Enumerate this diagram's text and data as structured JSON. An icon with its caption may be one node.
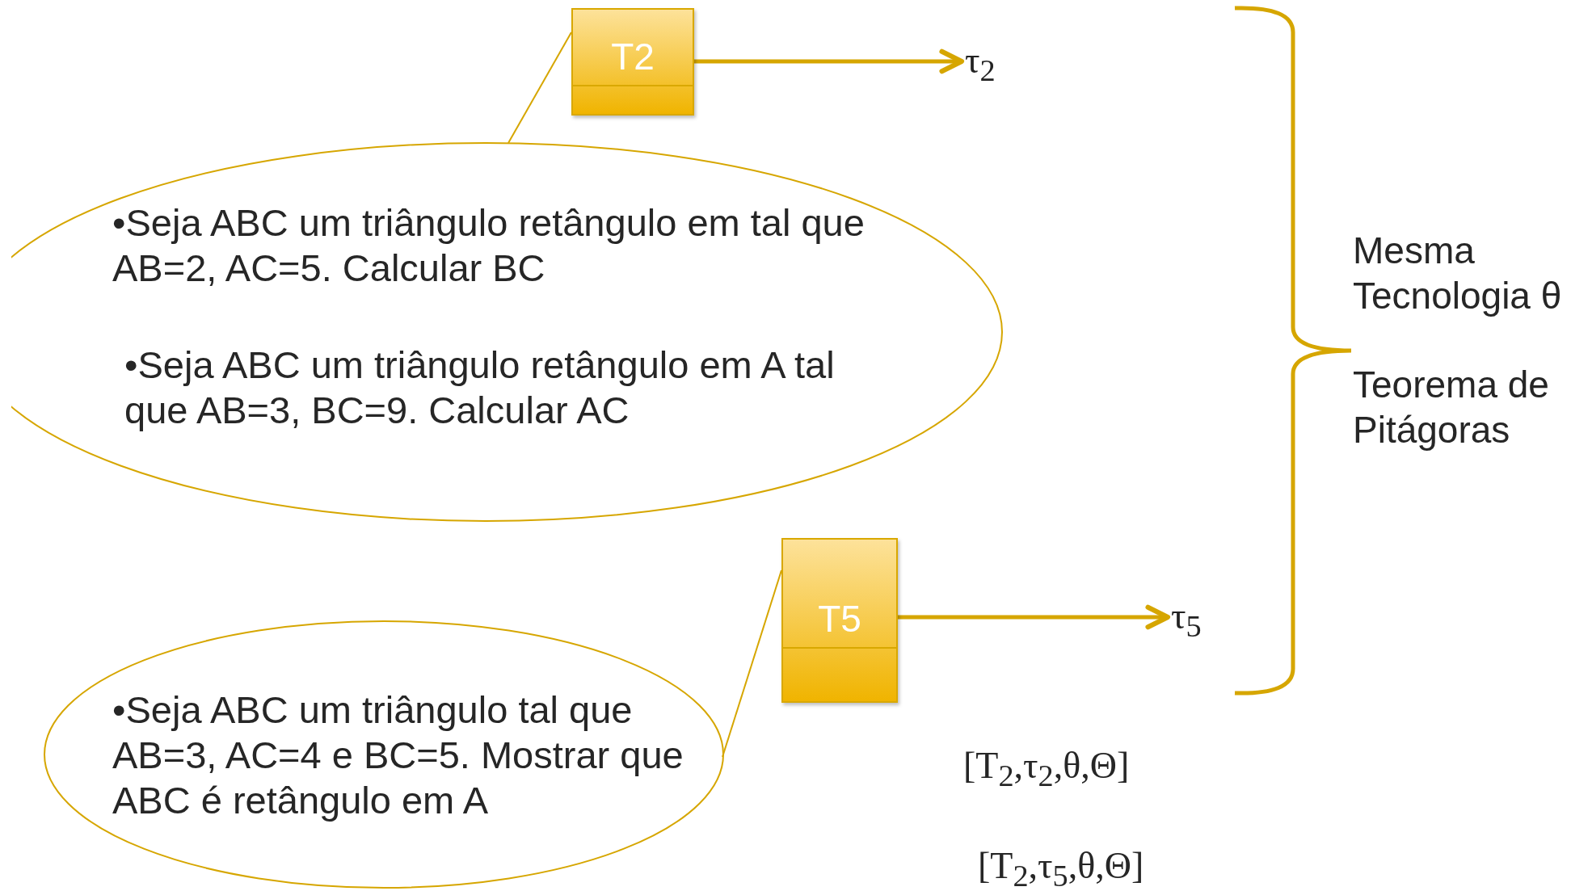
{
  "diagram": {
    "nodes": [
      {
        "text": [
          "T2"
        ]
      },
      {
        "text": [
          "τ$_{2}$"
        ]
      },
      {
        "text": [
          "•Seja ABC um triângulo retângulo em tal que AB=2, AC=5. Calcular BC",
          "•Seja ABC um triângulo retângulo em A tal que AB=3, BC=9. Calcular AC"
        ]
      },
      {
        "text": [
          "T5"
        ]
      },
      {
        "text": [
          "τ$_{5}$"
        ]
      },
      {
        "text": [
          "•Seja ABC um triângulo tal que AB=3, AC=4 e BC=5. Mostrar que ABC é retângulo em A"
        ]
      }
    ],
    "edges": [
      {
        "from": 0,
        "to": 1,
        "arrow": "to",
        "style": "thick"
      },
      {
        "from": 0,
        "to": 2,
        "arrow": "none"
      },
      {
        "from": 3,
        "to": 4,
        "arrow": "to",
        "style": "thick"
      },
      {
        "from": 3,
        "to": 5,
        "arrow": "none"
      }
    ],
    "labels": [
      "Mesma Tecnologia θ",
      "Teorema de Pitágoras",
      "[T$_{2}$,τ$_{2}$,θ,Θ]",
      "[T$_{2}$,τ$_{5}$,θ,Θ]"
    ]
  }
}
